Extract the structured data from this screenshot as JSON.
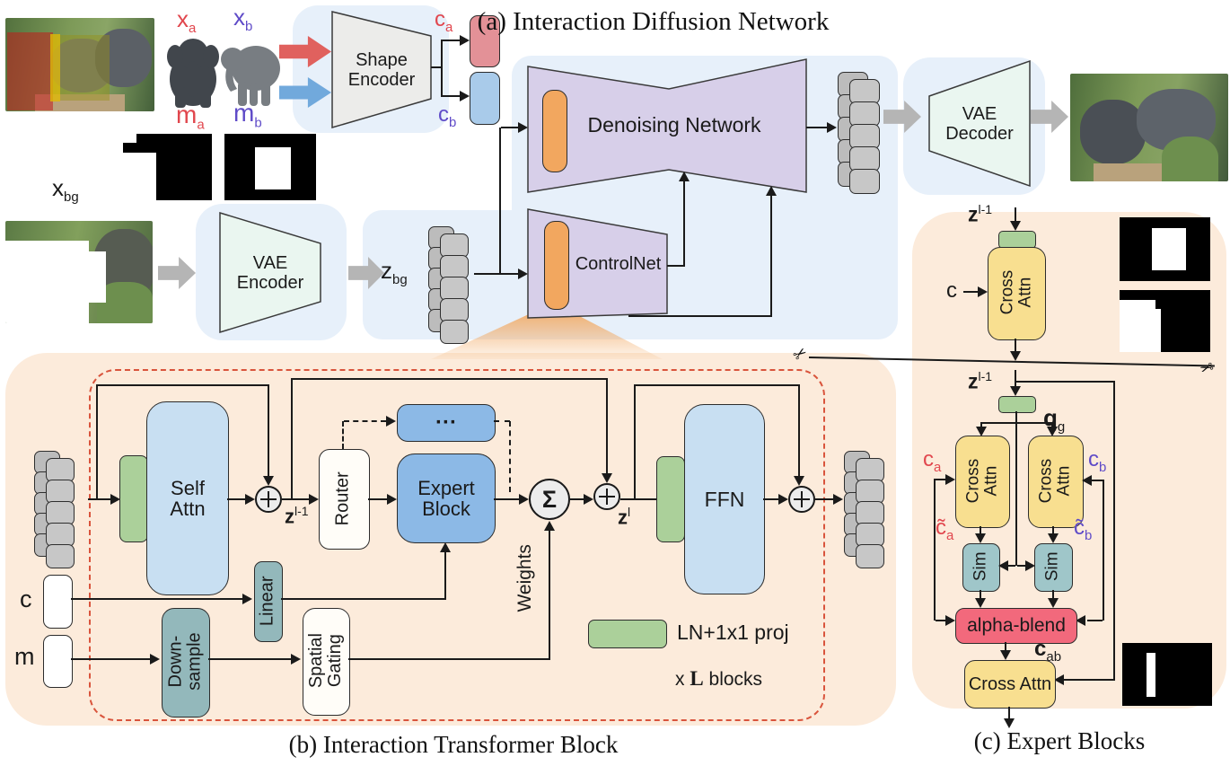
{
  "figure": {
    "title_a": "(a) Interaction Diffusion Network",
    "caption_b": "(b) Interaction Transformer Block",
    "caption_c": "(c) Expert Blocks"
  },
  "colors": {
    "peach": "#fcebdb",
    "panel_blue": "#e7f0fa",
    "purple_shape": "#d7cfe9",
    "orange": "#f2a75f",
    "yellow": "#f8df90",
    "pink": "#f2697c",
    "green": "#abd09a",
    "teal": "#93b8bb",
    "sim_teal": "#9fc6c9",
    "blue_light": "#c8dff2",
    "blue_med": "#8cb9e6",
    "red_latent": "#e39197",
    "blue_latent": "#a9cbea",
    "red_text": "#e1474e",
    "purple_text": "#5f4bc8",
    "dashed_red": "#d9543c",
    "token_gray": "#c7c7c7",
    "arrow_red": "#e0615e",
    "arrow_blue": "#71a9dc",
    "arrow_gray": "#b5b5b5"
  },
  "panel_a": {
    "labels": {
      "x_a": {
        "base": "x",
        "sub": "a"
      },
      "x_b": {
        "base": "x",
        "sub": "b"
      },
      "m_a": {
        "base": "m",
        "sub": "a"
      },
      "m_b": {
        "base": "m",
        "sub": "b"
      },
      "x_bg": {
        "base": "x",
        "sub": "bg"
      },
      "z_bg": {
        "base": "z",
        "sub": "bg"
      },
      "c_a": {
        "base": "c",
        "sub": "a"
      },
      "c_b": {
        "base": "c",
        "sub": "b"
      }
    },
    "blocks": {
      "shape_encoder": [
        "Shape",
        "Encoder"
      ],
      "vae_encoder": [
        "VAE",
        "Encoder"
      ],
      "vae_decoder": [
        "VAE",
        "Decoder"
      ],
      "denoising": "Denoising Network",
      "controlnet": "ControlNet"
    }
  },
  "panel_b": {
    "blocks": {
      "self_attn": [
        "Self",
        "Attn"
      ],
      "router": "Router",
      "dots": "···",
      "expert": [
        "Expert",
        "Block"
      ],
      "ffn": "FFN",
      "linear": "Linear",
      "downsample": [
        "Down-",
        "sample"
      ],
      "spatial_gating": [
        "Spatial",
        "Gating"
      ]
    },
    "labels": {
      "c": "c",
      "m": "m",
      "z_prev": {
        "base": "z",
        "sup": "l-1"
      },
      "z_cur": {
        "base": "z",
        "sup": "l"
      },
      "weights": "Weights",
      "sigma": "Σ",
      "legend": "LN+1x1 proj",
      "repeat": {
        "pre": "x",
        "mid": "L",
        "post": "blocks"
      }
    }
  },
  "panel_c": {
    "blocks": {
      "cross_attn": [
        "Cross",
        "Attn"
      ],
      "sim": "Sim",
      "alpha_blend": "alpha-blend"
    },
    "labels": {
      "z_prev": {
        "base": "z",
        "sup": "l-1"
      },
      "c": "c",
      "q_g": {
        "base": "q",
        "sub": "g"
      },
      "c_a": {
        "base": "c",
        "sub": "a"
      },
      "c_b": {
        "base": "c",
        "sub": "b"
      },
      "c_tilde_a": {
        "base": "c̃",
        "sub": "a"
      },
      "c_tilde_b": {
        "base": "c̃",
        "sub": "b"
      },
      "c_ab": {
        "base": "c",
        "sub": "ab"
      }
    },
    "icons": {
      "scissors": "✂"
    }
  }
}
